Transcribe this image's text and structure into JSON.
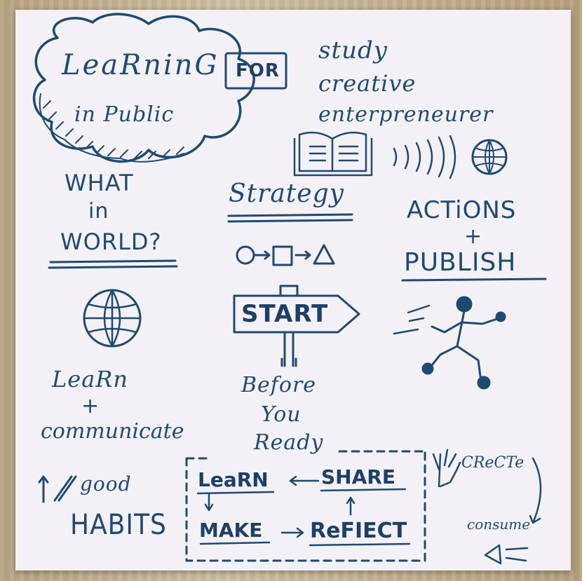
{
  "cloud": {
    "title": "LeaRninG",
    "subtitle": "in Public",
    "for_label": "FOR"
  },
  "audience": [
    "study",
    "creative",
    "enterpreneurer"
  ],
  "columns": {
    "what": {
      "line1": "WHAT",
      "line2": "in",
      "line3": "WORLD?"
    },
    "strategy": {
      "title": "Strategy",
      "sign": "START",
      "caption1": "Before",
      "caption2": "You",
      "caption3": "Ready"
    },
    "actions": {
      "line1": "ACTiONS",
      "line2": "+",
      "line3": "PUBLISH"
    }
  },
  "learn_block": {
    "line1": "LeaRn",
    "line2": "+",
    "line3": "communicate"
  },
  "habits": {
    "line1": "good",
    "line2": "HABITS"
  },
  "cycle": {
    "learn": "LeaRN",
    "share": "SHARE",
    "make": "MAKE",
    "reflect": "ReFIECT"
  },
  "create_consume": {
    "create": "CReCTe",
    "consume": "consume"
  },
  "colors": {
    "ink": "#1e4a72",
    "highlight": "#9aa3ad",
    "paper": "#f4f1f6"
  }
}
